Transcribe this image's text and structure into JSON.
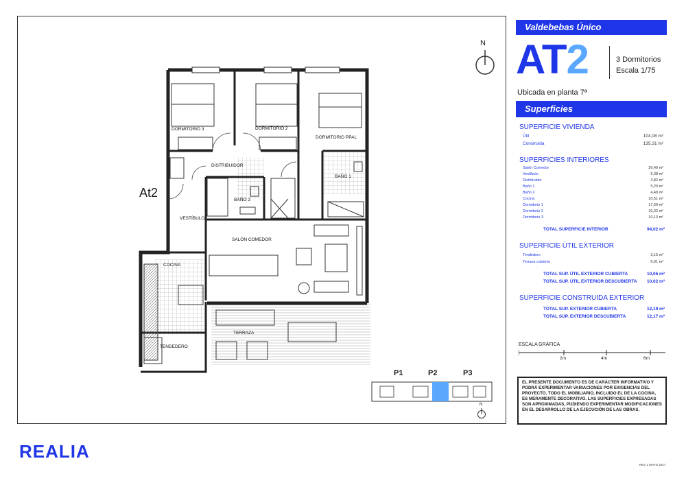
{
  "plan": {
    "unit_label": "At2",
    "north": "N",
    "rooms": {
      "dormitorio3": "DORMITORIO 3",
      "dormitorio2": "DORMITORIO 2",
      "dormitorio_ppal": "DORMITORIO PPAL",
      "distribuidor": "DISTRIBUIDOR",
      "bano1": "BAÑO 1",
      "bano2": "BAÑO 2",
      "vestibulo": "VESTÍBULO",
      "salon_comedor": "SALÓN COMEDOR",
      "cocina": "COCINA",
      "terraza": "TERRAZA",
      "tendedero": "TENDEDERO"
    }
  },
  "key_plan": {
    "p1": "P1",
    "p2": "P2",
    "p3": "P3",
    "north": "N"
  },
  "header": {
    "project": "Valdebebas Único",
    "code_a": "AT",
    "code_b": "2",
    "bedrooms": "3 Dormitorios",
    "scale": "Escala 1/75",
    "location": "Ubicada en planta 7ª"
  },
  "superficies": {
    "title": "Superficies",
    "vivienda": {
      "title": "SUPERFICIE VIVIENDA",
      "rows": [
        {
          "label": "Útil",
          "value": "104,08 m²"
        },
        {
          "label": "Construida",
          "value": "135,31 m²"
        }
      ]
    },
    "interiores": {
      "title": "SUPERFICIES INTERIORES",
      "rows": [
        {
          "label": "Salón Comedor",
          "value": "26,49 m²"
        },
        {
          "label": "Vestíbulo",
          "value": "5,38 m²"
        },
        {
          "label": "Distribuidor",
          "value": "3,82 m²"
        },
        {
          "label": "Baño 1",
          "value": "5,20 m²"
        },
        {
          "label": "Baño 2",
          "value": "4,48 m²"
        },
        {
          "label": "Cocina",
          "value": "10,51 m²"
        },
        {
          "label": "Dormitorio 1",
          "value": "17,69 m²"
        },
        {
          "label": "Dormitorio 2",
          "value": "10,32 m²"
        },
        {
          "label": "Dormitorio 3",
          "value": "10,13 m²"
        }
      ],
      "total_label": "TOTAL SUPERFICIE INTERIOR",
      "total_value": "94,02 m²"
    },
    "util_exterior": {
      "title": "SUPERFICIE ÚTIL EXTERIOR",
      "rows": [
        {
          "label": "Tendedero",
          "value": "3,15 m²"
        },
        {
          "label": "Terraza cubierta",
          "value": "6,91 m²"
        }
      ],
      "totals": [
        {
          "label": "TOTAL SUP. ÚTIL EXTERIOR CUBIERTA",
          "value": "10,06 m²"
        },
        {
          "label": "TOTAL SUP. ÚTIL EXTERIOR DESCUBIERTA",
          "value": "10,02 m²"
        }
      ]
    },
    "construida_exterior": {
      "title": "SUPERFICIE CONSTRUIDA EXTERIOR",
      "totals": [
        {
          "label": "TOTAL SUP.  EXTERIOR CUBIERTA",
          "value": "12,19 m²"
        },
        {
          "label": "TOTAL SUP.  EXTERIOR DESCUBIERTA",
          "value": "12,17 m²"
        }
      ]
    }
  },
  "scale_bar": {
    "label": "ESCALA GRÁFICA",
    "ticks": [
      "2m",
      "4m",
      "6m"
    ]
  },
  "disclaimer": "EL PRESENTE DOCUMENTO ES DE CARÁCTER INFORMATIVO Y PODRÁ EXPERIMENTAR VARIACIONES POR EXIGENCIAS DEL PROYECTO. TODO EL MOBILIARIO, INCLUIDO EL DE LA COCINA, ES MERAMENTE DECORATIVO. LAS SUPERFICIES EXPRESADAS SON APROXIMADAS, PUDIENDO EXPERIMENTAR MODIFICACIONES EN EL DESARROLLO DE LA EJECUCIÓN DE LAS OBRAS.",
  "footer": {
    "logo": "REALIA",
    "revision": "REV 1  MAYO 2017"
  },
  "colors": {
    "brand_blue": "#1f35e8",
    "light_blue": "#5aa7ff"
  }
}
